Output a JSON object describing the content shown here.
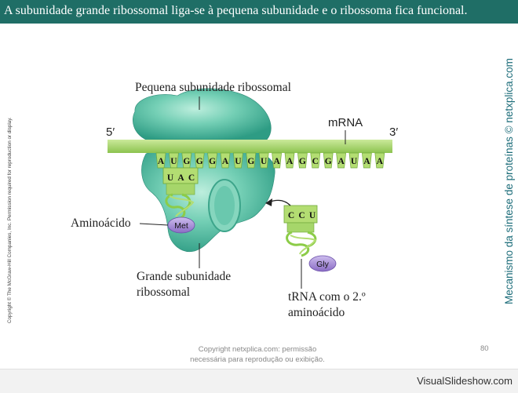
{
  "header": {
    "title": "A subunidade grande ribossomal liga-se à pequena subunidade e o ribossoma fica funcional."
  },
  "side": {
    "copyright": "Copyright © The McGraw-Hill Companies, Inc. Permission required for reproduction or display.",
    "title": "Mecanismo da síntese de proteínas © netxplica.com"
  },
  "diagram": {
    "small_subunit_label": "Pequena subunidade ribossomal",
    "five_prime": "5′",
    "three_prime": "3′",
    "mrna_label": "mRNA",
    "mrna_bases": [
      "A",
      "U",
      "G",
      "G",
      "G",
      "A",
      "U",
      "G",
      "U",
      "A",
      "A",
      "G",
      "C",
      "G",
      "A",
      "U",
      "A",
      "A"
    ],
    "anticodon1": [
      "U",
      "A",
      "C"
    ],
    "anticodon2": [
      "C",
      "C",
      "U"
    ],
    "aminoacid_label": "Aminoácido",
    "met_label": "Met",
    "gly_label": "Gly",
    "large_subunit_label_line1": "Grande subunidade",
    "large_subunit_label_line2": "ribossomal",
    "trna_label_line1": "tRNA com o 2.º",
    "trna_label_line2": "aminoácido"
  },
  "footer": {
    "line1": "Copyright netxplica.com: permissão",
    "line2": "necessária para reprodução ou exibição.",
    "page_number": "80"
  },
  "brand": "VisualSlideshow.com",
  "colors": {
    "title_bar": "#1f6e66",
    "ribosome": "#5fc4aa",
    "mrna": "#a6d66a",
    "trna": "#9dd45c",
    "amino_acid": "#a98fd4"
  }
}
